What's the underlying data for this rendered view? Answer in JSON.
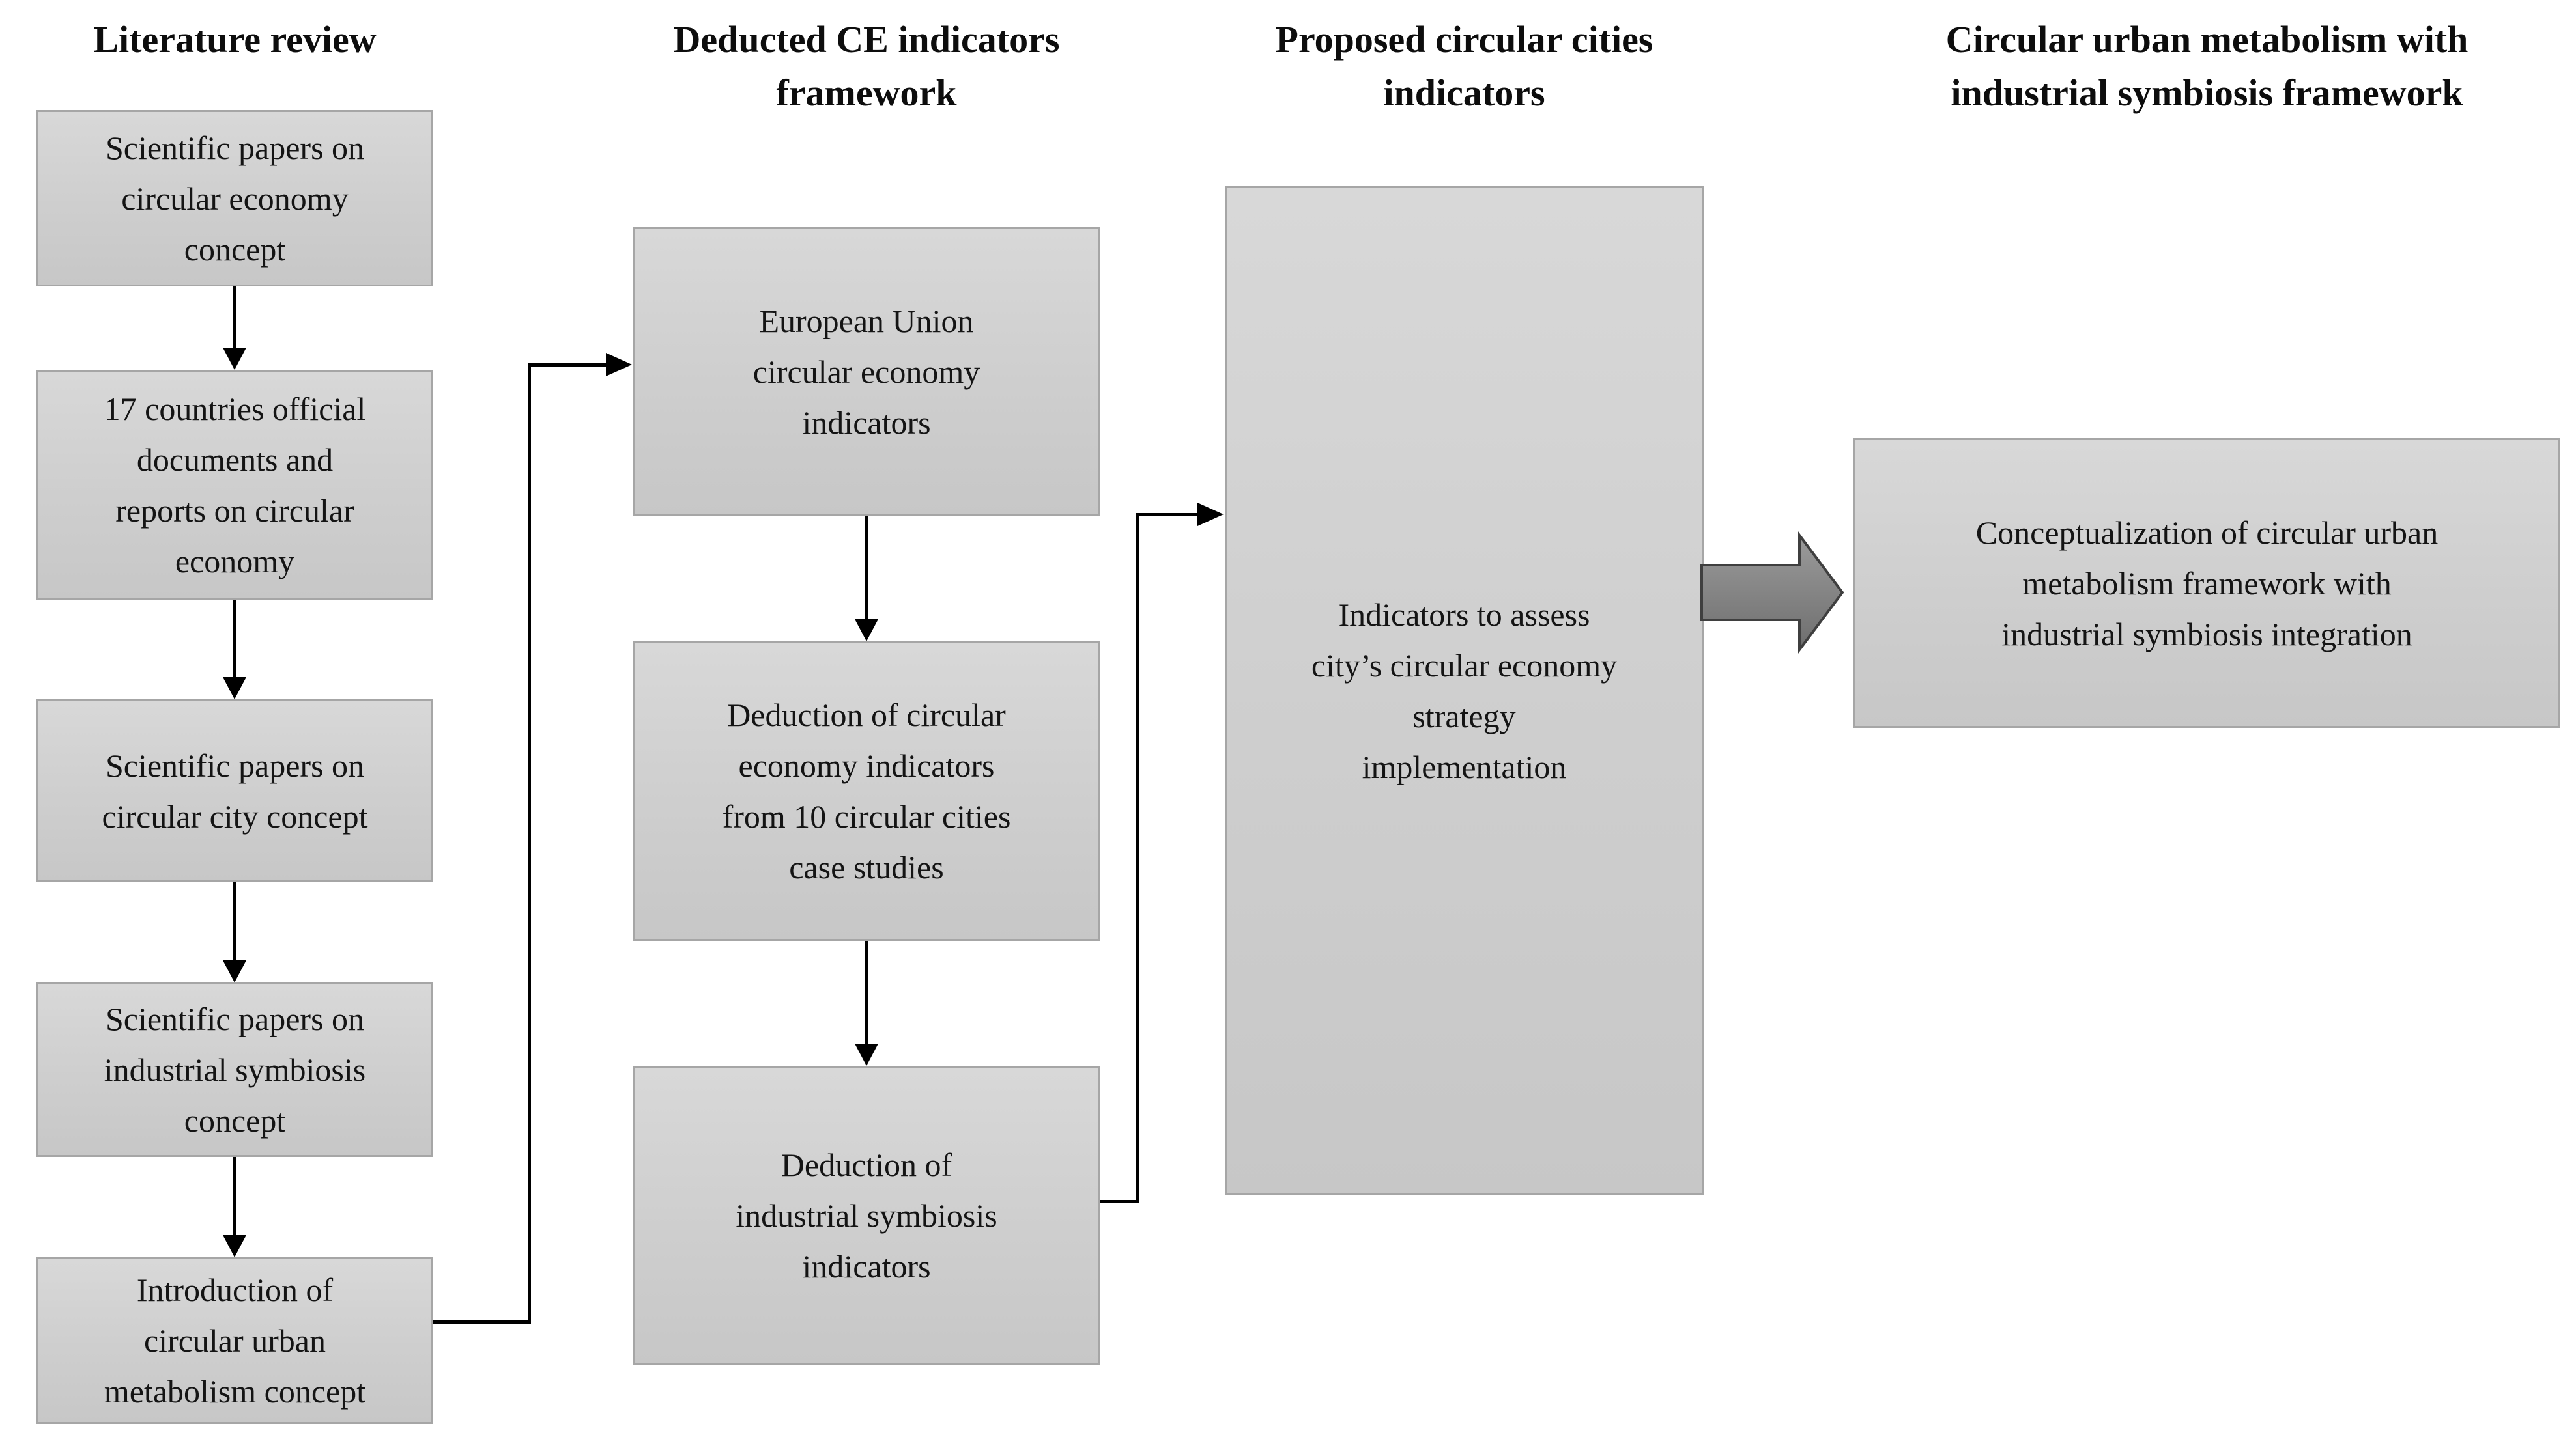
{
  "headers": {
    "col1": "Literature review",
    "col2": "Deducted CE indicators\nframework",
    "col3": "Proposed circular cities\nindicators",
    "col4": "Circular urban metabolism with\nindustrial symbiosis framework"
  },
  "literature_review": {
    "box1": "Scientific papers on\ncircular economy\nconcept",
    "box2": "17 countries official\ndocuments and\nreports on circular\neconomy",
    "box3": "Scientific papers on\ncircular city concept",
    "box4": "Scientific papers on\nindustrial symbiosis\nconcept",
    "box5": "Introduction of\ncircular urban\nmetabolism concept"
  },
  "ce_framework": {
    "box1": "European Union\ncircular economy\nindicators",
    "box2": "Deduction of circular\neconomy indicators\nfrom 10 circular cities\ncase studies",
    "box3": "Deduction of\nindustrial symbiosis\nindicators"
  },
  "proposed_indicators": {
    "box": "Indicators to assess\ncity’s circular economy\nstrategy\nimplementation"
  },
  "outcome": {
    "box": "Conceptualization of circular urban\nmetabolism framework with\nindustrial symbiosis integration"
  },
  "colors": {
    "background": "#ffffff",
    "text": "#141414",
    "box_fill_top": "#d8d8d8",
    "box_fill_bottom": "#c7c7c7",
    "box_border": "#a6a6a6",
    "connector": "#000000",
    "big_arrow_fill_top": "#9b9b9b",
    "big_arrow_fill_bottom": "#6e6e6e",
    "big_arrow_outline": "#3f3f3f"
  }
}
